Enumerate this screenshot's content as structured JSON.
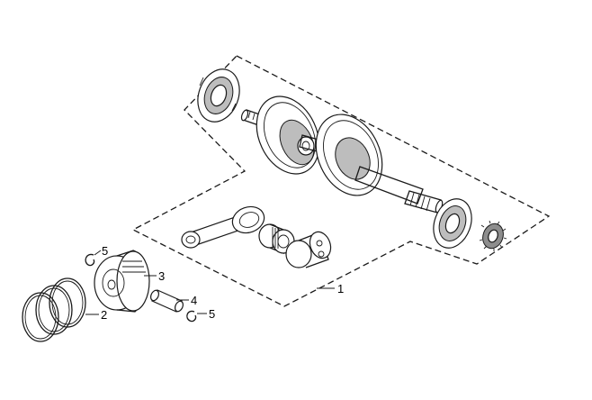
{
  "callouts": {
    "crankshaft_assembly": "1",
    "piston_rings": "2",
    "piston": "3",
    "piston_pin": "4",
    "clip_upper": "5",
    "clip_lower": "5"
  }
}
